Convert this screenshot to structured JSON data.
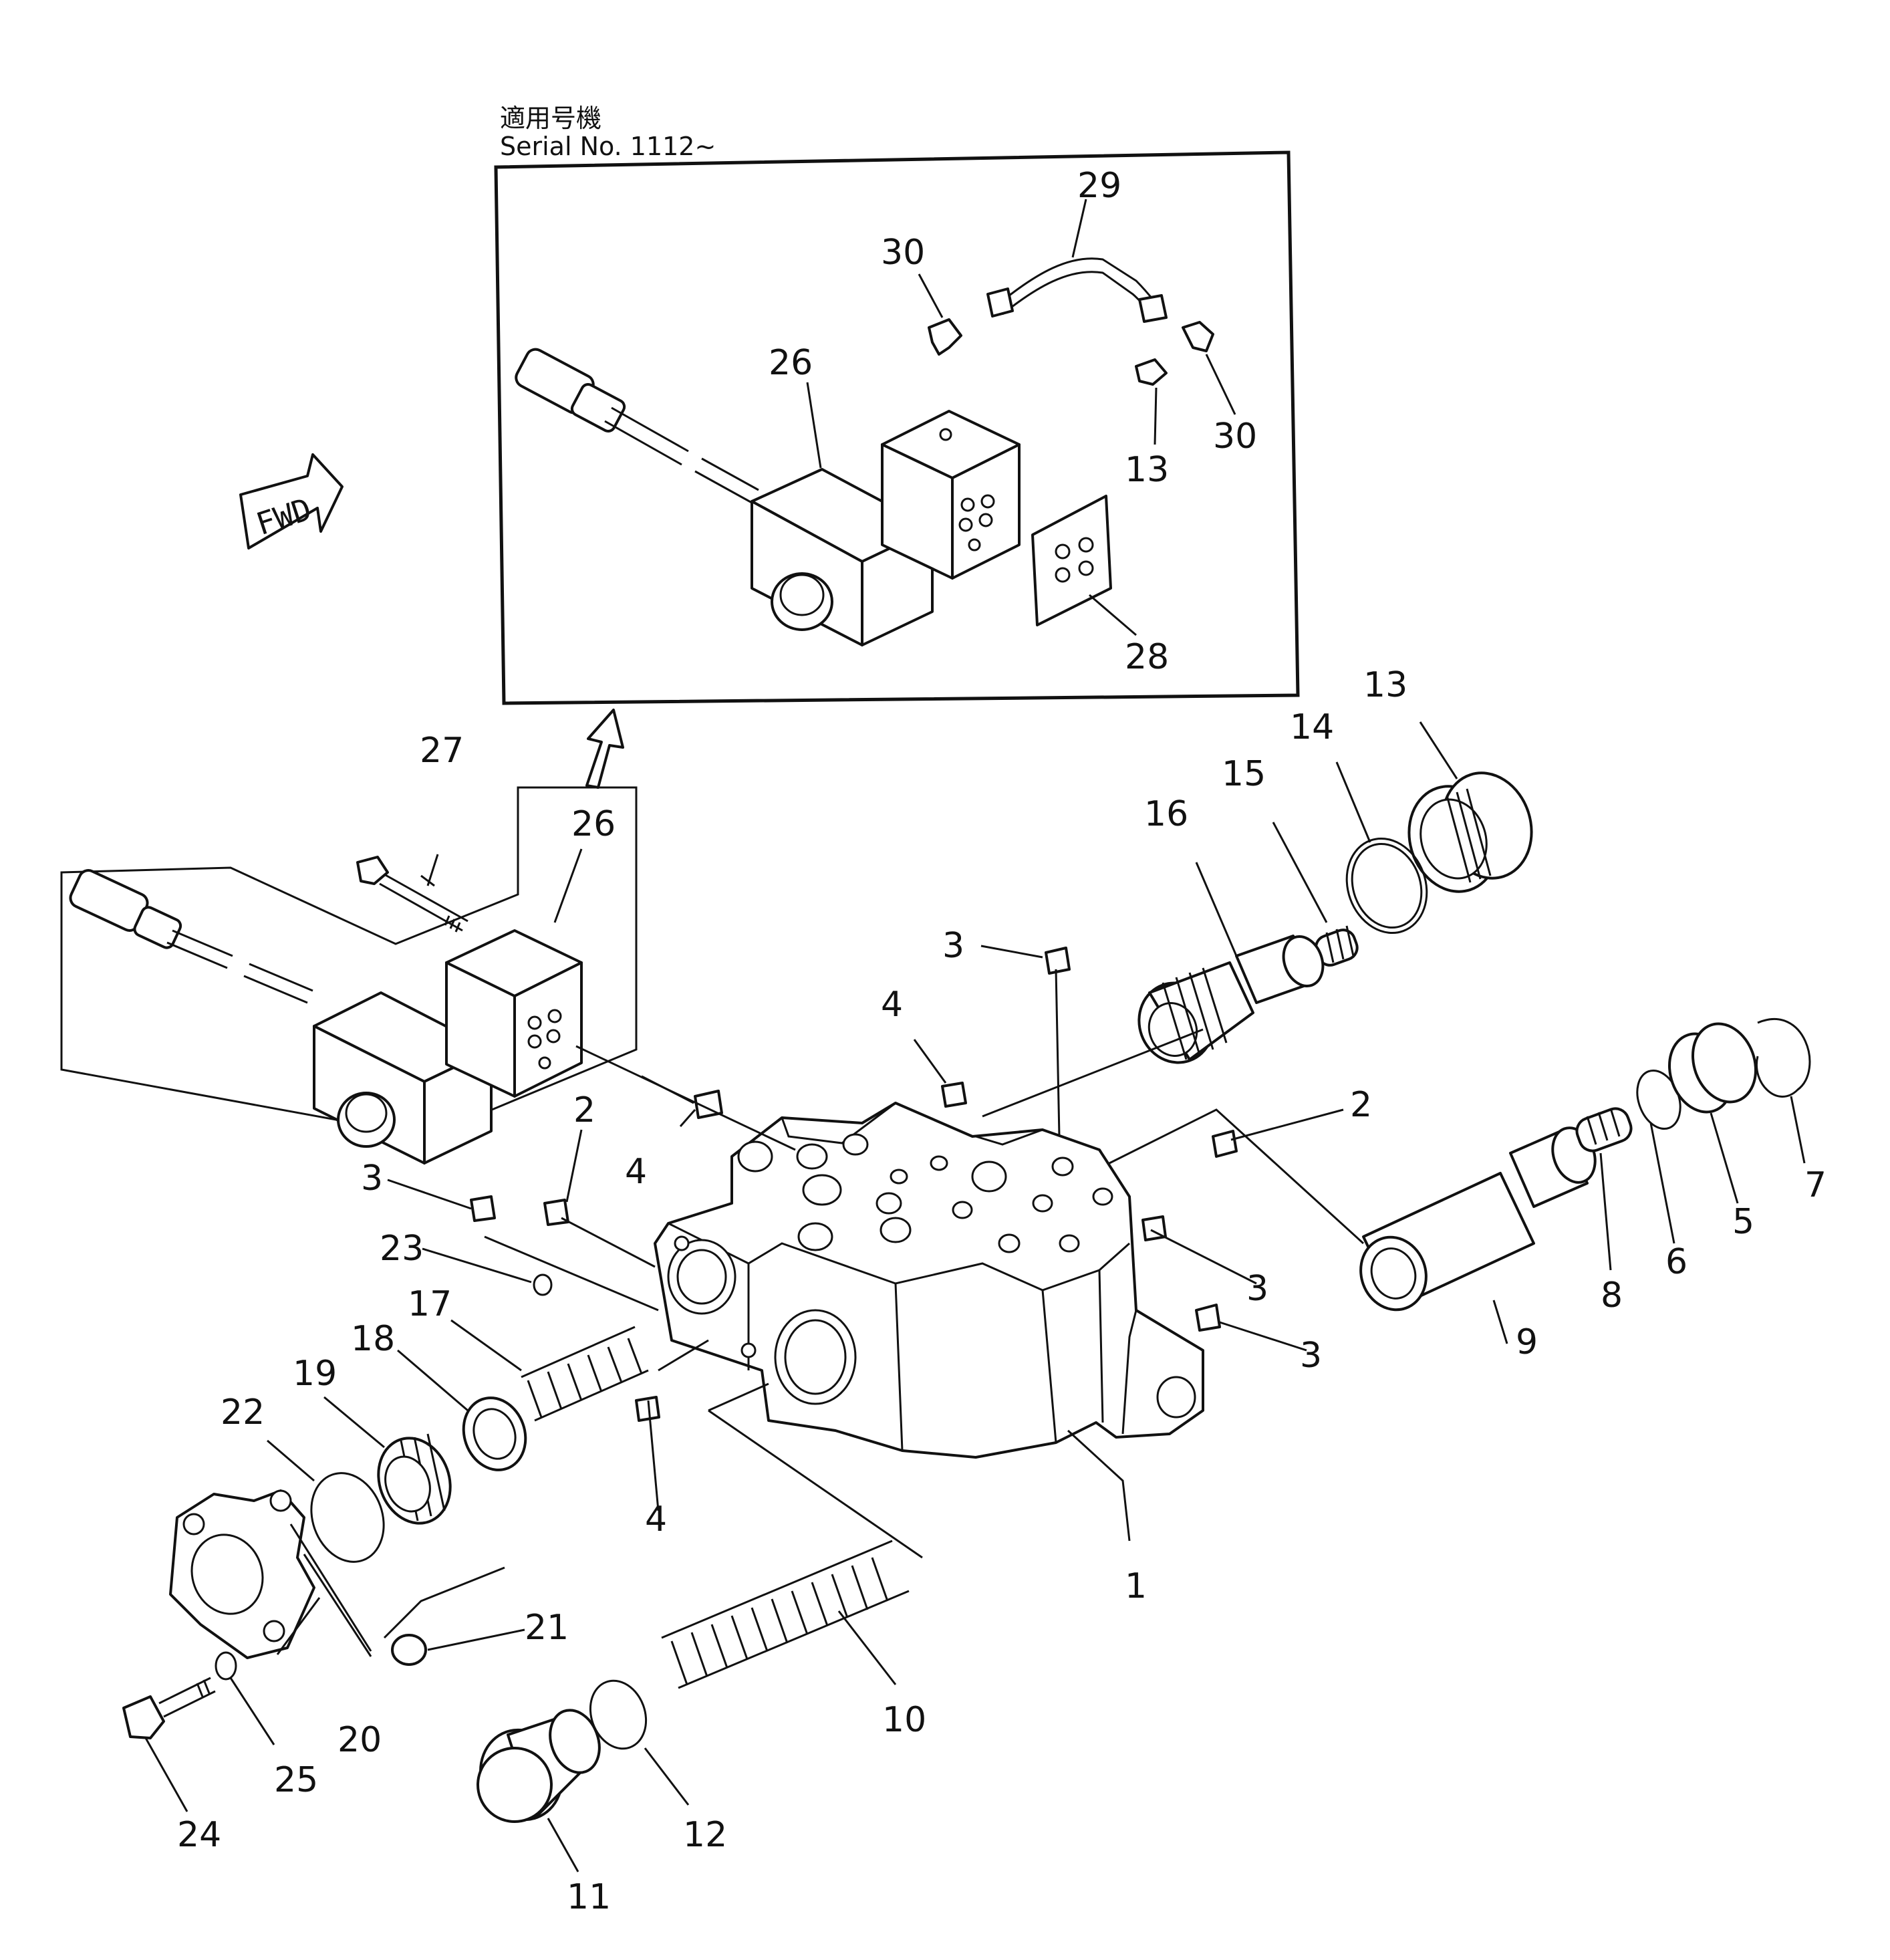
{
  "inset": {
    "header_jp": "適用号機",
    "header_serial": "Serial No. 1112~"
  },
  "fwd_arrow": {
    "label": "FWD"
  },
  "labels": {
    "inset_29": "29",
    "inset_30a": "30",
    "inset_26": "26",
    "inset_13": "13",
    "inset_30b": "30",
    "inset_28": "28",
    "l27": "27",
    "l26": "26",
    "l13": "13",
    "l14": "14",
    "l15": "15",
    "l16": "16",
    "l3a": "3",
    "l4a": "4",
    "l2a": "2",
    "l4b": "4",
    "l2b": "2",
    "l3b": "3",
    "l23": "23",
    "l17": "17",
    "l18": "18",
    "l19": "19",
    "l22": "22",
    "l3c": "3",
    "l3d": "3",
    "l4c": "4",
    "l1": "1",
    "l9": "9",
    "l8": "8",
    "l6": "6",
    "l5": "5",
    "l7": "7",
    "l21": "21",
    "l20": "20",
    "l25": "25",
    "l24": "24",
    "l10": "10",
    "l12": "12",
    "l11": "11"
  }
}
